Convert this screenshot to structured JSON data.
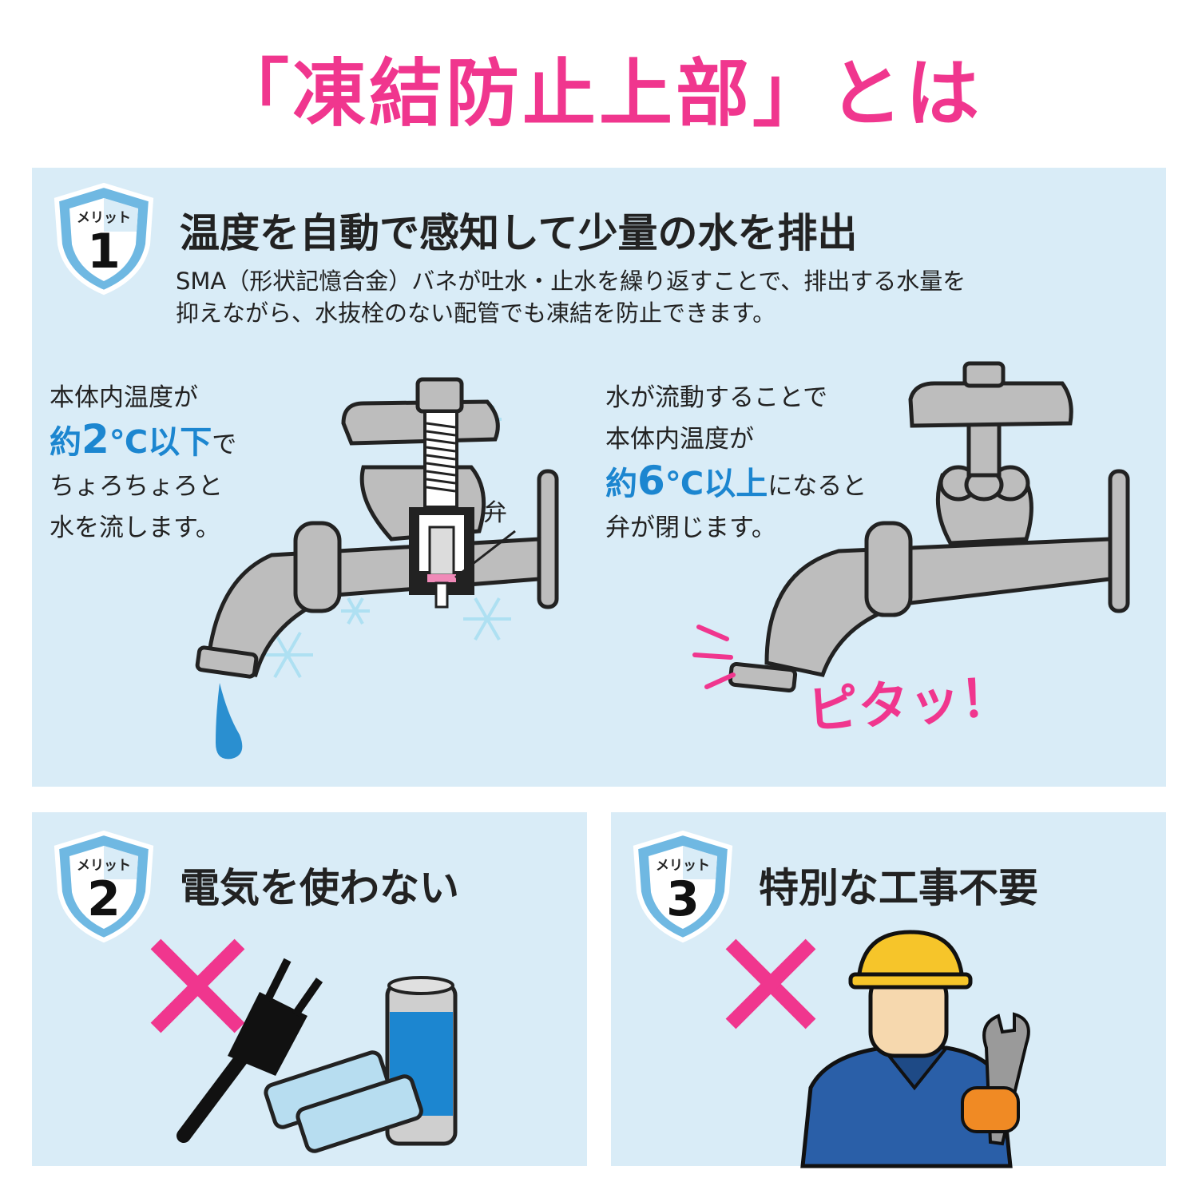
{
  "title": "「凍結防止上部」とは",
  "merit1": {
    "badge_label": "メリット",
    "badge_number": "1",
    "heading": "温度を自動で感知して少量の水を排出",
    "description_line1": "SMA（形状記憶合金）バネが吐水・止水を繰り返すことで、排出する水量を",
    "description_line2": "抑えながら、水抜栓のない配管でも凍結を防止できます。",
    "left": {
      "line1": "本体内温度が",
      "hl_prefix": "約",
      "hl_number": "2",
      "hl_suffix": "℃以下",
      "line2_tail": "で",
      "line3": "ちょろちょろと",
      "line4": "水を流します。"
    },
    "valve_label": "弁",
    "right": {
      "line1": "水が流動することで",
      "line2": "本体内温度が",
      "hl_prefix": "約",
      "hl_number": "6",
      "hl_suffix": "℃以上",
      "line3_tail": "になると",
      "line4": "弁が閉じます。"
    },
    "pita": "ピタッ！"
  },
  "merit2": {
    "badge_label": "メリット",
    "badge_number": "2",
    "heading": "電気を使わない"
  },
  "merit3": {
    "badge_label": "メリット",
    "badge_number": "3",
    "heading": "特別な工事不要"
  },
  "colors": {
    "accent_pink": "#f0368e",
    "highlight_blue": "#1c86d0",
    "panel_bg": "#d9ecf7",
    "badge_blue": "#6fb8e2",
    "faucet_gray": "#bdbdbd"
  }
}
